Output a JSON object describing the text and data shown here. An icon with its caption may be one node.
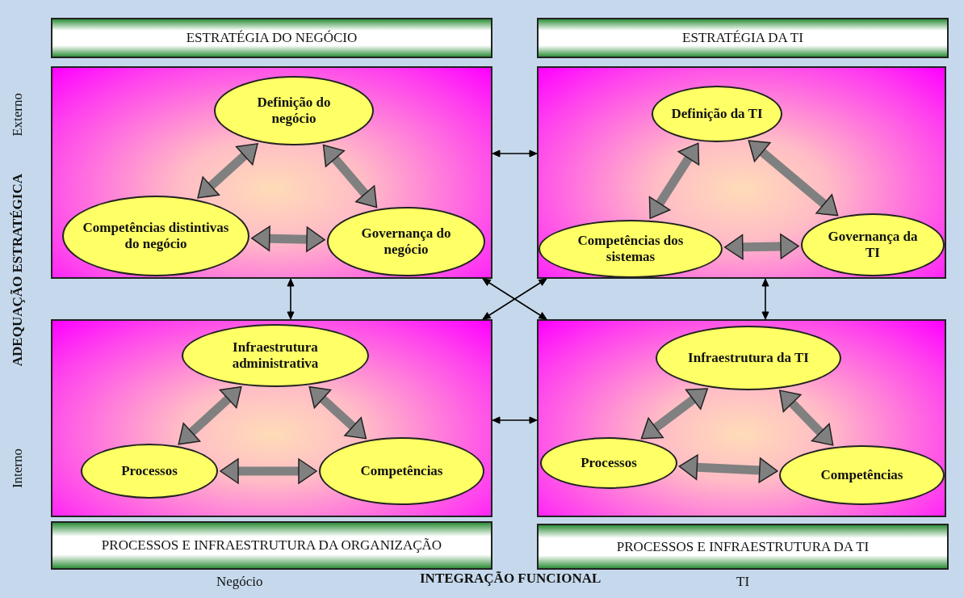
{
  "diagram": {
    "nodes": [
      {
        "text": [
          "ESTRATÉGIA DO NEGÓCIO"
        ]
      },
      {
        "text": [
          "ESTRATÉGIA DA TI"
        ]
      },
      {
        "text": [],
        "shape": "box"
      },
      {
        "text": [
          "Definição do negócio"
        ],
        "in": 2
      },
      {
        "text": [
          "Competências distintivas do negócio"
        ],
        "in": 2
      },
      {
        "text": [
          "Governança do negócio"
        ],
        "in": 2
      },
      {
        "text": [],
        "shape": "box"
      },
      {
        "text": [
          "Definição da TI"
        ],
        "in": 6
      },
      {
        "text": [
          "Competências dos sistemas"
        ],
        "in": 6
      },
      {
        "text": [
          "Governança da TI"
        ],
        "in": 6
      },
      {
        "text": [],
        "shape": "box"
      },
      {
        "text": [
          "Infraestrutura administrativa"
        ],
        "in": 10
      },
      {
        "text": [
          "Processos"
        ],
        "in": 10
      },
      {
        "text": [
          "Competências"
        ],
        "in": 10
      },
      {
        "text": [],
        "shape": "box"
      },
      {
        "text": [
          "Infraestrutura da TI"
        ],
        "in": 14
      },
      {
        "text": [
          "Processos"
        ],
        "in": 14
      },
      {
        "text": [
          "Competências"
        ],
        "in": 14
      },
      {
        "text": [
          "PROCESSOS E INFRAESTRUTURA DA ORGANIZAÇÃO"
        ]
      },
      {
        "text": [
          "PROCESSOS E INFRAESTRUTURA DA TI"
        ]
      }
    ],
    "edges": [
      {
        "from": 3,
        "to": 4,
        "arrow": "both"
      },
      {
        "from": 3,
        "to": 5,
        "arrow": "both"
      },
      {
        "from": 4,
        "to": 5,
        "arrow": "both"
      },
      {
        "from": 7,
        "to": 8,
        "arrow": "both"
      },
      {
        "from": 7,
        "to": 9,
        "arrow": "both"
      },
      {
        "from": 8,
        "to": 9,
        "arrow": "both"
      },
      {
        "from": 11,
        "to": 12,
        "arrow": "both"
      },
      {
        "from": 11,
        "to": 13,
        "arrow": "both"
      },
      {
        "from": 12,
        "to": 13,
        "arrow": "both"
      },
      {
        "from": 15,
        "to": 16,
        "arrow": "both"
      },
      {
        "from": 15,
        "to": 17,
        "arrow": "both"
      },
      {
        "from": 16,
        "to": 17,
        "arrow": "both"
      },
      {
        "from": 2,
        "to": 6,
        "arrow": "both",
        "color": "#000000"
      },
      {
        "from": 2,
        "to": 10,
        "arrow": "both",
        "color": "#000000"
      },
      {
        "from": 6,
        "to": 14,
        "arrow": "both",
        "color": "#000000"
      },
      {
        "from": 2,
        "to": 14,
        "arrow": "both",
        "color": "#000000"
      },
      {
        "from": 6,
        "to": 10,
        "arrow": "both",
        "color": "#000000"
      },
      {
        "from": 10,
        "to": 14,
        "arrow": "both",
        "color": "#000000"
      }
    ],
    "labels": [
      "Externo",
      "ADEQUAÇÃO ESTRATÉGICA",
      "Interno",
      "Negócio",
      "INTEGRAÇÃO FUNCIONAL",
      "TI"
    ]
  }
}
